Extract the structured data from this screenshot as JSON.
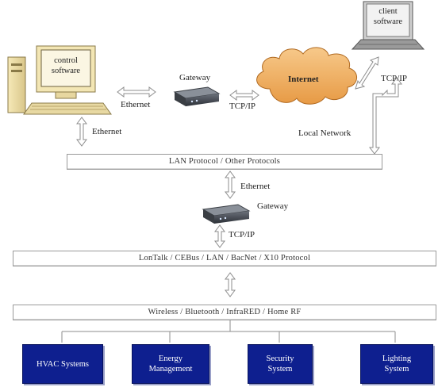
{
  "control_pc": {
    "screen_line1": "control",
    "screen_line2": "software"
  },
  "client_pc": {
    "screen_line1": "client",
    "screen_line2": "software"
  },
  "labels": {
    "ethernet_top": "Ethernet",
    "gateway_top": "Gateway",
    "tcpip_top": "TCP/IP",
    "internet": "Internet",
    "tcpip_client": "TCP/IP",
    "ethernet_left": "Ethernet",
    "local_network": "Local Network",
    "ethernet_mid": "Ethernet",
    "gateway_mid": "Gateway",
    "tcpip_mid": "TCP/IP"
  },
  "buses": {
    "lan": "LAN Protocol / Other Protocols",
    "protocol": "LonTalk / CEBus / LAN / BacNet / X10 Protocol",
    "wireless": "Wireless / Bluetooth / InfraRED / Home RF"
  },
  "systems": [
    {
      "line1": "HVAC Systems",
      "line2": ""
    },
    {
      "line1": "Energy",
      "line2": "Management"
    },
    {
      "line1": "Security",
      "line2": "System"
    },
    {
      "line1": "Lighting",
      "line2": "System"
    }
  ]
}
